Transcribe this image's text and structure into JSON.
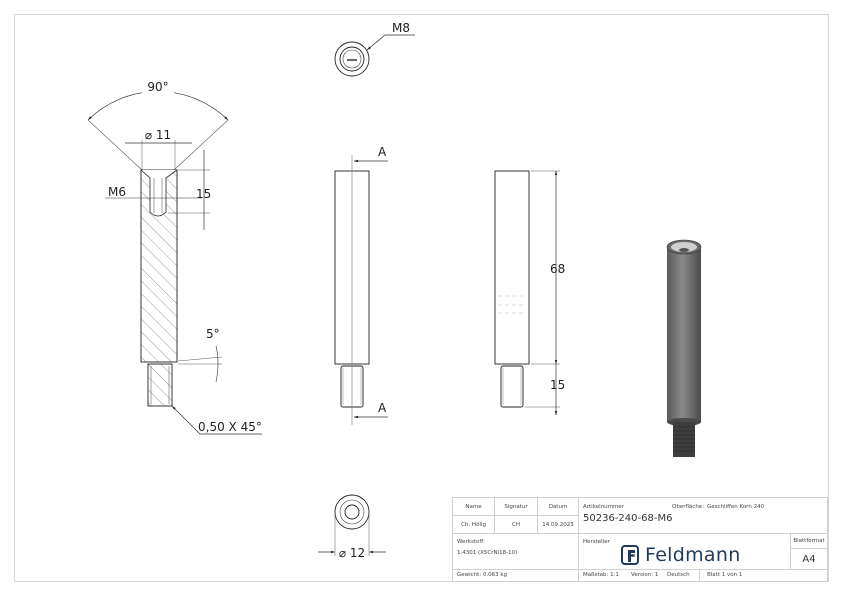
{
  "drawing": {
    "section_view": {
      "angle_label": "90°",
      "diameter_top_label": "⌀ 11",
      "thread_label": "M6",
      "depth_label": "15",
      "angle_bottom_label": "5°",
      "chamfer_label": "0,50 X 45°"
    },
    "top_view": {
      "thread_label": "M8"
    },
    "front_view": {
      "section_marker_top": "A",
      "section_marker_bottom": "A"
    },
    "side_view": {
      "length_label": "68",
      "thread_length_label": "15"
    },
    "bottom_view": {
      "diameter_label": "⌀ 12"
    }
  },
  "title_block": {
    "headers": {
      "name": "Name",
      "signature": "Signatur",
      "date": "Datum"
    },
    "values": {
      "name": "Ch. Hölig",
      "signature": "CH",
      "date": "14.09.2023"
    },
    "article_label": "Artikelnummer",
    "article_number": "50236-240-68-M6",
    "surface_label": "Oberfläche:",
    "surface_value": "Geschliffen Korn 240",
    "material_label": "Werkstoff:",
    "material_value": "1.4301 (X5CrNi18-10)",
    "manufacturer_label": "Hersteller",
    "manufacturer_name": "Feldmann",
    "sheet_format_label": "Blattformat",
    "sheet_format_value": "A4",
    "weight": "Gewicht: 0.063 kg",
    "scale": "Maßstab: 1:1",
    "version": "Version: 1",
    "language": "Deutsch",
    "sheet": "Blatt 1 von 1"
  },
  "colors": {
    "brand": "#1f3a5a",
    "line": "#222222",
    "border": "#d6d6d6"
  }
}
